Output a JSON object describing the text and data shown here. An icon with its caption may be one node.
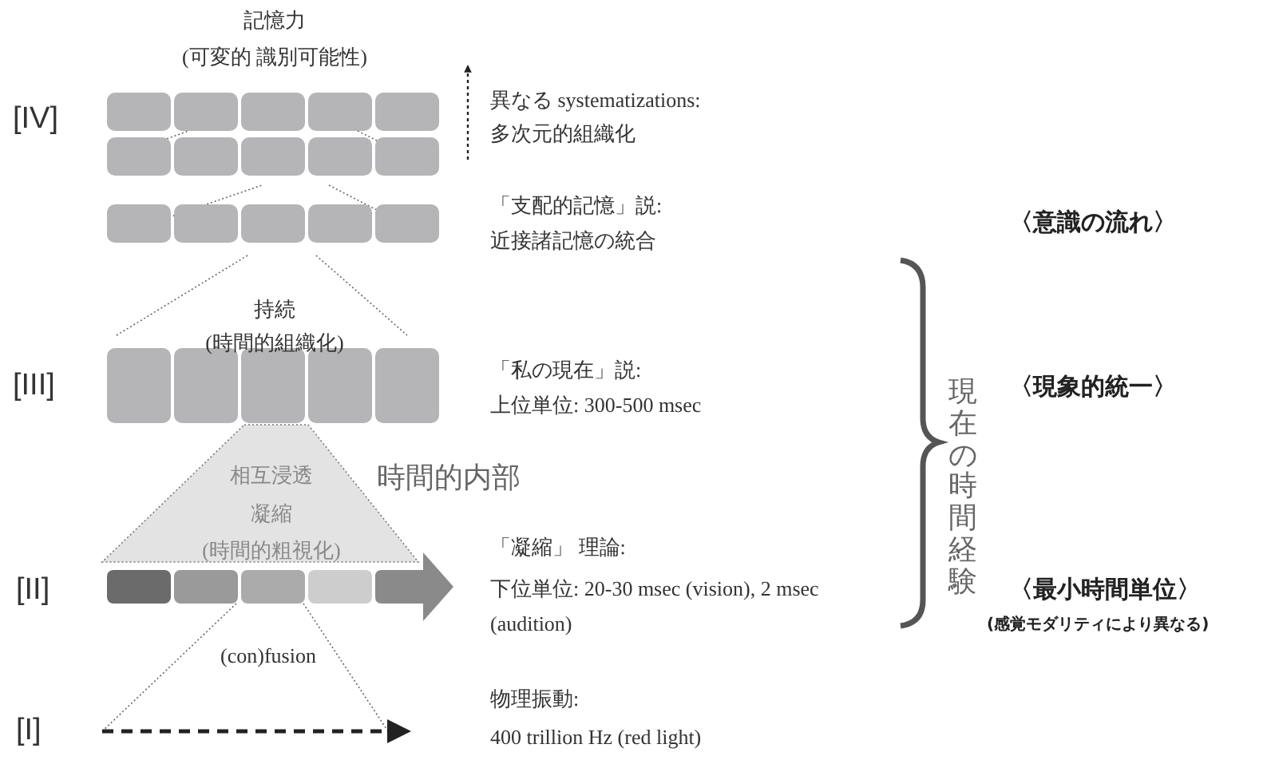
{
  "diagram": {
    "labels": [
      "記憶力",
      "(可変的 識別可能性)",
      "[IV]",
      "異なる systematizations:",
      "多次元的組織化",
      "「支配的記憶」説:",
      "近接諸記憶の統合",
      "〈意識の流れ〉",
      "持続",
      "(時間的組織化)",
      "[III]",
      "「私の現在」説:",
      "上位単位: 300-500 msec",
      "〈現象的統一〉",
      "現在の時間経験",
      "相互浸透",
      "凝縮",
      "(時間的粗視化)",
      "時間的内部",
      "[II]",
      "「凝縮」 理論:",
      "下位単位: 20-30 msec (vision), 2 msec (audition)",
      "〈最小時間単位〉",
      "(感覚モダリティにより異なる)",
      "(con)fusion",
      "[I]",
      "物理振動:",
      "400 trillion Hz (red light)"
    ]
  }
}
